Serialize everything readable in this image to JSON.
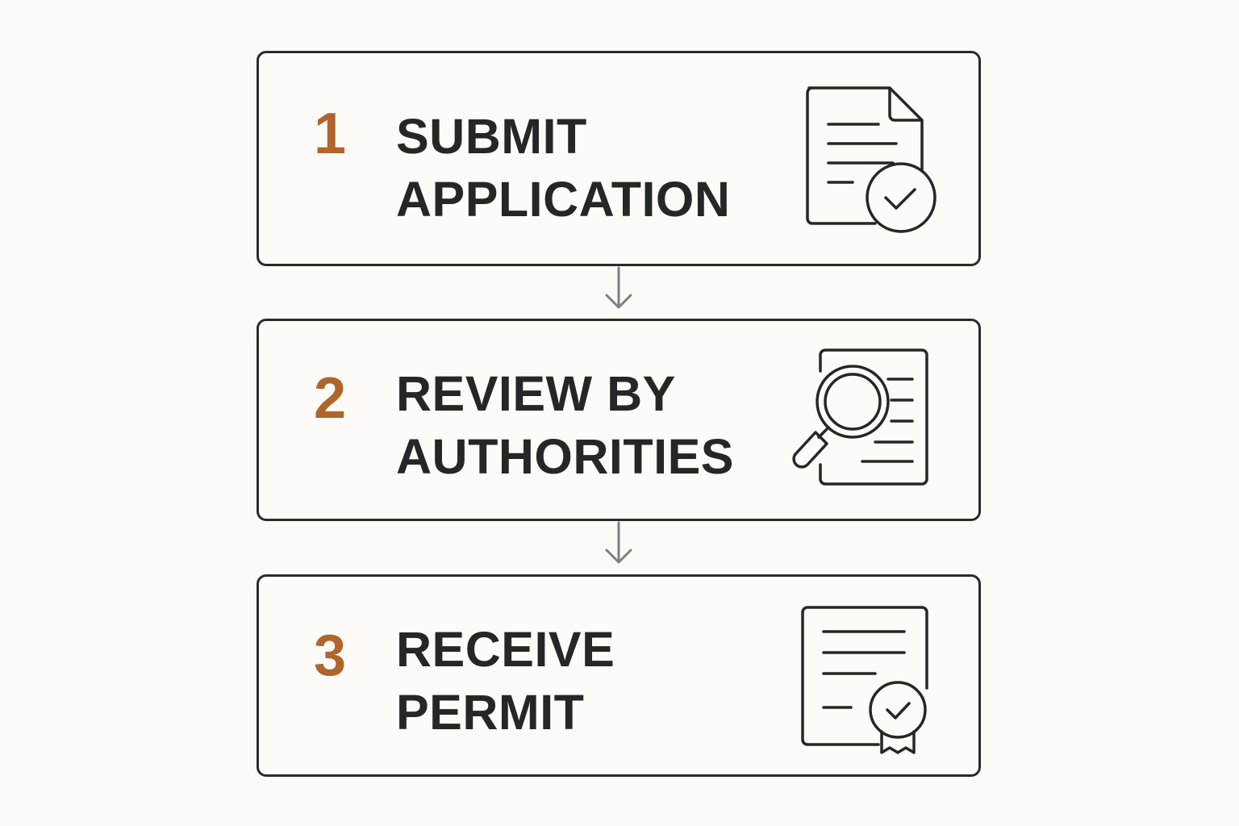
{
  "steps": [
    {
      "number": "1",
      "title_line1": "SUBMIT",
      "title_line2": "APPLICATION",
      "icon": "document-check-icon"
    },
    {
      "number": "2",
      "title_line1": "REVIEW BY",
      "title_line2": "AUTHORITIES",
      "icon": "document-magnifier-icon"
    },
    {
      "number": "3",
      "title_line1": "RECEIVE",
      "title_line2": "PERMIT",
      "icon": "certificate-icon"
    }
  ],
  "colors": {
    "accent": "#b0652d",
    "text": "#262626",
    "border": "#2a2a2a",
    "arrow": "#7a8088",
    "background": "#fbfaf6"
  }
}
